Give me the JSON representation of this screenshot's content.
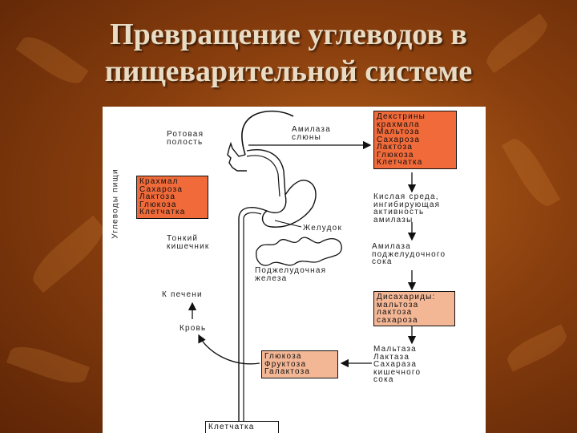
{
  "title": {
    "line1": "Превращение углеводов в",
    "line2": "пищеварительной системе"
  },
  "diagram": {
    "vertical_label": "Углеводы пищи",
    "food_box": [
      "Крахмал",
      "Сахароза",
      "Лактоза",
      "Глюкоза",
      "Клетчатка"
    ],
    "mouth": {
      "label": [
        "Ротовая",
        "полость"
      ],
      "enzyme": [
        "Амилаза",
        "слюны"
      ]
    },
    "mouth_result": [
      "Декстрины",
      "крахмала",
      "Мальтоза",
      "Сахароза",
      "Лактоза",
      "Глюкоза",
      "Клетчатка"
    ],
    "stomach": {
      "label": "Желудок",
      "note": [
        "Кислая среда,",
        "ингибирующая",
        "активность",
        "амилазы"
      ]
    },
    "small_intestine": {
      "label": [
        "Тонкий",
        "кишечник"
      ]
    },
    "pancreas": {
      "label": [
        "Поджелудочная",
        "железа"
      ],
      "enzyme": [
        "Амилаза",
        "поджелудочного",
        "сока"
      ]
    },
    "disaccharides": [
      "Дисахариды:",
      "мальтоза",
      "лактоза",
      "сахароза"
    ],
    "intestinal_enzymes": [
      "Мальтаза",
      "Лактаза",
      "Сахараза",
      "кишечного",
      "сока"
    ],
    "monosaccharides": [
      "Глюкоза",
      "Фруктоза",
      "Галактоза"
    ],
    "to_liver": "К печени",
    "blood": "Кровь",
    "fiber_out": "Клетчатка"
  }
}
